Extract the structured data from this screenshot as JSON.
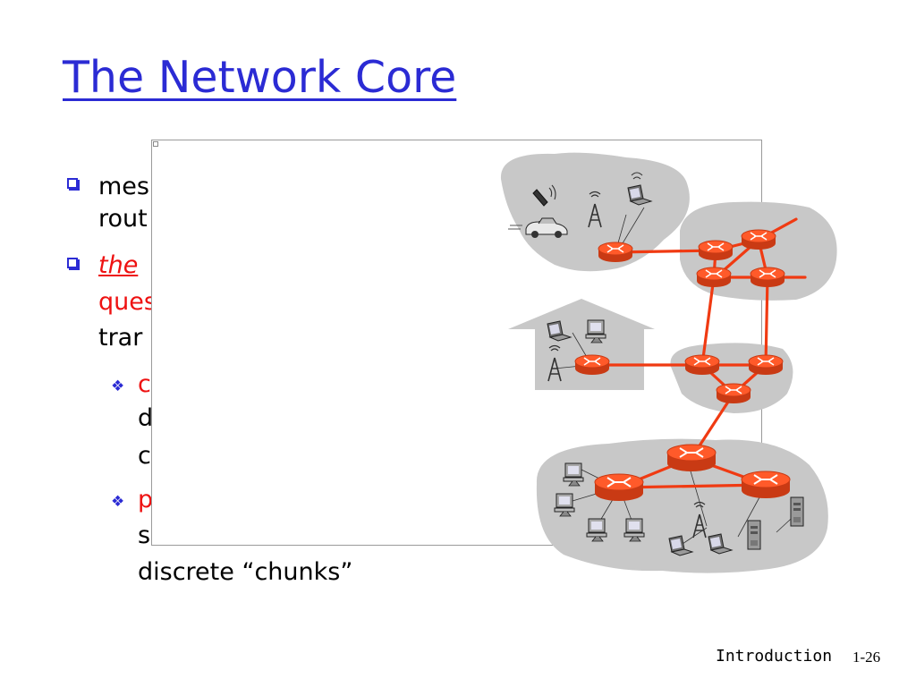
{
  "slide": {
    "title": "The Network Core",
    "bullets": [
      {
        "text": "mes",
        "color": "#000000"
      },
      {
        "text": "rout",
        "color": "#000000"
      }
    ],
    "bullet2": {
      "line1": "the",
      "line2": "ques",
      "line3": "trar"
    },
    "sub_bullets": [
      {
        "line1": "c",
        "line2": "d",
        "line3": "c"
      },
      {
        "line1": "p",
        "line2": "s",
        "line3": "discrete “chunks”"
      }
    ],
    "footer": "Introduction",
    "page_number": "1-26"
  },
  "colors": {
    "title": "#2b2bd4",
    "highlight": "#ee1111",
    "link": "#f03a12",
    "router": "#ff5a2a",
    "cloud": "#c8c8c8"
  },
  "icons": [
    "checkbox-bullet-icon",
    "diamond-bullet-icon",
    "router-icon",
    "cellphone-icon",
    "car-icon",
    "cell-tower-icon",
    "laptop-icon",
    "desktop-icon",
    "server-icon",
    "house-icon"
  ]
}
